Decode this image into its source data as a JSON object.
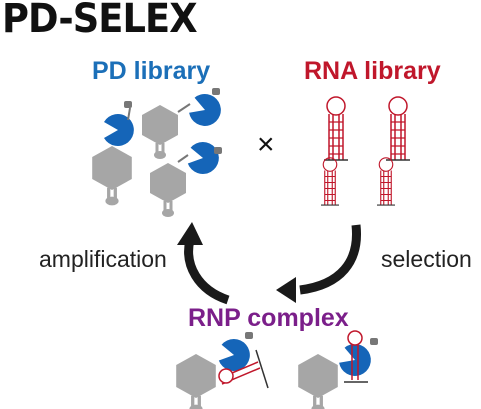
{
  "title": "PD-SELEX",
  "pd_library": {
    "label": "PD library",
    "color": "#1b6fb8"
  },
  "rna_library": {
    "label": "RNA library",
    "color": "#c0172b"
  },
  "combine_symbol": "×",
  "rnp_complex": {
    "label": "RNP complex",
    "color": "#7b1f8a"
  },
  "cycle": {
    "left_step": "amplification",
    "right_step": "selection"
  },
  "colors": {
    "protein_body": "#a6a6a6",
    "protein_domain": "#1565b8",
    "rna": "#c0172b",
    "arrow": "#1a1a1a"
  },
  "icons": {
    "protein": "hexagon-protein-with-blue-pacman-domain",
    "rna": "stem-loop-hairpin",
    "cycle_arrow": "curved-arrow"
  }
}
